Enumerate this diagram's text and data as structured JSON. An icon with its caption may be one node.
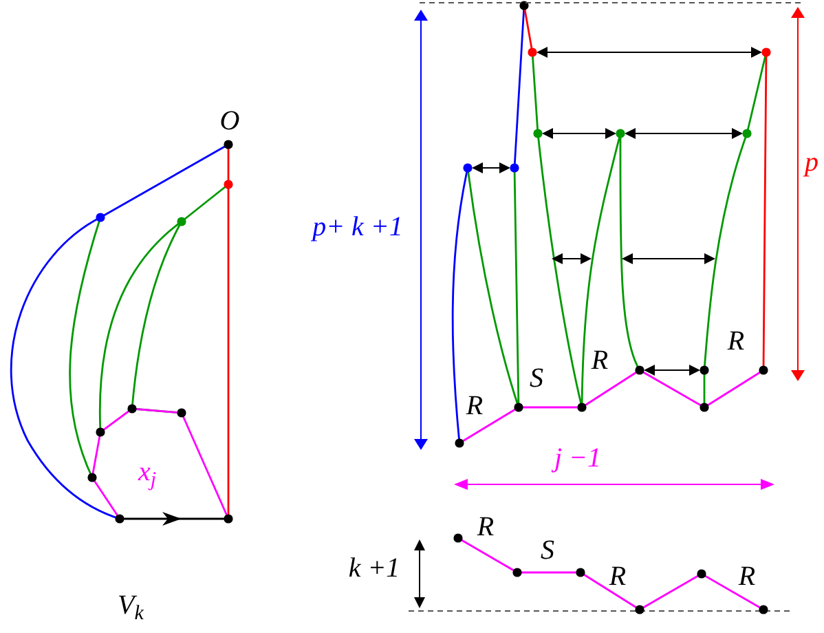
{
  "diagram": {
    "labels": [
      "O",
      "x$_{j}$",
      "V$_{k}$",
      "p+ k +1",
      "p",
      "R",
      "S",
      "R",
      "R",
      "j −1",
      "k +1",
      "R",
      "S",
      "R",
      "R"
    ]
  }
}
